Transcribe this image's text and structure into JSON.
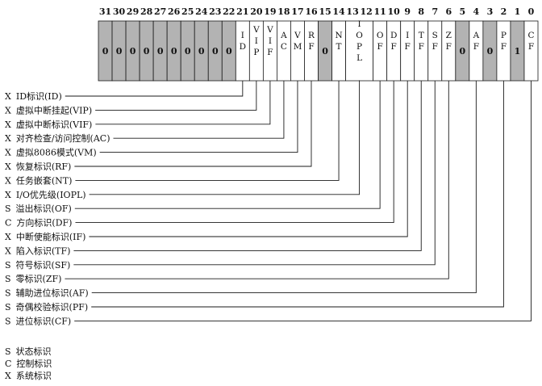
{
  "register": {
    "bits": [
      {
        "num": "31",
        "value": "0",
        "shade": "gray"
      },
      {
        "num": "30",
        "value": "0",
        "shade": "gray"
      },
      {
        "num": "29",
        "value": "0",
        "shade": "gray"
      },
      {
        "num": "28",
        "value": "0",
        "shade": "gray"
      },
      {
        "num": "27",
        "value": "0",
        "shade": "gray"
      },
      {
        "num": "26",
        "value": "0",
        "shade": "gray"
      },
      {
        "num": "25",
        "value": "0",
        "shade": "gray"
      },
      {
        "num": "24",
        "value": "0",
        "shade": "gray"
      },
      {
        "num": "23",
        "value": "0",
        "shade": "gray"
      },
      {
        "num": "22",
        "value": "0",
        "shade": "gray"
      },
      {
        "num": "21",
        "flag": "ID",
        "chars": [
          "I",
          "D"
        ],
        "shade": "white"
      },
      {
        "num": "20",
        "flag": "VIP",
        "chars": [
          "V",
          "I",
          "P"
        ],
        "shade": "white"
      },
      {
        "num": "19",
        "flag": "VIF",
        "chars": [
          "V",
          "I",
          "F"
        ],
        "shade": "white"
      },
      {
        "num": "18",
        "flag": "AC",
        "chars": [
          "A",
          "C"
        ],
        "shade": "white"
      },
      {
        "num": "17",
        "flag": "VM",
        "chars": [
          "V",
          "M"
        ],
        "shade": "white"
      },
      {
        "num": "16",
        "flag": "RF",
        "chars": [
          "R",
          "F"
        ],
        "shade": "white"
      },
      {
        "num": "15",
        "value": "0",
        "shade": "gray"
      },
      {
        "num": "14",
        "flag": "NT",
        "chars": [
          "N",
          "T"
        ],
        "shade": "white"
      },
      {
        "num": "13",
        "flag": "IOPL",
        "chars": [
          "I",
          "O",
          "P",
          "L"
        ],
        "shade": "white",
        "wide": true
      },
      {
        "num": "12",
        "shade": "white",
        "wide_part": true
      },
      {
        "num": "11",
        "flag": "OF",
        "chars": [
          "O",
          "F"
        ],
        "shade": "white"
      },
      {
        "num": "10",
        "flag": "DF",
        "chars": [
          "D",
          "F"
        ],
        "shade": "white"
      },
      {
        "num": "9",
        "flag": "IF",
        "chars": [
          "I",
          "F"
        ],
        "shade": "white"
      },
      {
        "num": "8",
        "flag": "TF",
        "chars": [
          "T",
          "F"
        ],
        "shade": "white"
      },
      {
        "num": "7",
        "flag": "SF",
        "chars": [
          "S",
          "F"
        ],
        "shade": "white"
      },
      {
        "num": "6",
        "flag": "ZF",
        "chars": [
          "Z",
          "F"
        ],
        "shade": "white"
      },
      {
        "num": "5",
        "value": "0",
        "shade": "gray"
      },
      {
        "num": "4",
        "flag": "AF",
        "chars": [
          "A",
          "F"
        ],
        "shade": "white"
      },
      {
        "num": "3",
        "value": "0",
        "shade": "gray"
      },
      {
        "num": "2",
        "flag": "PF",
        "chars": [
          "P",
          "F"
        ],
        "shade": "white"
      },
      {
        "num": "1",
        "value": "1",
        "shade": "gray"
      },
      {
        "num": "0",
        "flag": "CF",
        "chars": [
          "C",
          "F"
        ],
        "shade": "white"
      }
    ]
  },
  "flags": [
    {
      "bit": "21",
      "type": "X",
      "label": "ID标识(ID)"
    },
    {
      "bit": "20",
      "type": "X",
      "label": "虚拟中断挂起(VIP)"
    },
    {
      "bit": "19",
      "type": "X",
      "label": "虚拟中断标识(VIF)"
    },
    {
      "bit": "18",
      "type": "X",
      "label": "对齐检查/访问控制(AC)"
    },
    {
      "bit": "17",
      "type": "X",
      "label": "虚拟8086模式(VM)"
    },
    {
      "bit": "16",
      "type": "X",
      "label": "恢复标识(RF)"
    },
    {
      "bit": "14",
      "type": "X",
      "label": "任务嵌套(NT)"
    },
    {
      "bit": "13",
      "type": "X",
      "label": "I/O优先级(IOPL)"
    },
    {
      "bit": "11",
      "type": "S",
      "label": "溢出标识(OF)"
    },
    {
      "bit": "10",
      "type": "C",
      "label": "方向标识(DF)"
    },
    {
      "bit": "9",
      "type": "X",
      "label": "中断使能标识(IF)"
    },
    {
      "bit": "8",
      "type": "X",
      "label": "陷入标识(TF)"
    },
    {
      "bit": "7",
      "type": "S",
      "label": "符号标识(SF)"
    },
    {
      "bit": "6",
      "type": "S",
      "label": "零标识(ZF)"
    },
    {
      "bit": "4",
      "type": "S",
      "label": "辅助进位标识(AF)"
    },
    {
      "bit": "2",
      "type": "S",
      "label": "奇偶校验标识(PF)"
    },
    {
      "bit": "0",
      "type": "S",
      "label": "进位标识(CF)"
    }
  ],
  "legend": [
    {
      "type": "S",
      "label": "状态标识"
    },
    {
      "type": "C",
      "label": "控制标识"
    },
    {
      "type": "X",
      "label": "系统标识"
    }
  ],
  "colors": {
    "gray_cell": "#b3b3b3",
    "white_cell": "#ffffff",
    "line": "#1a1a1a"
  }
}
